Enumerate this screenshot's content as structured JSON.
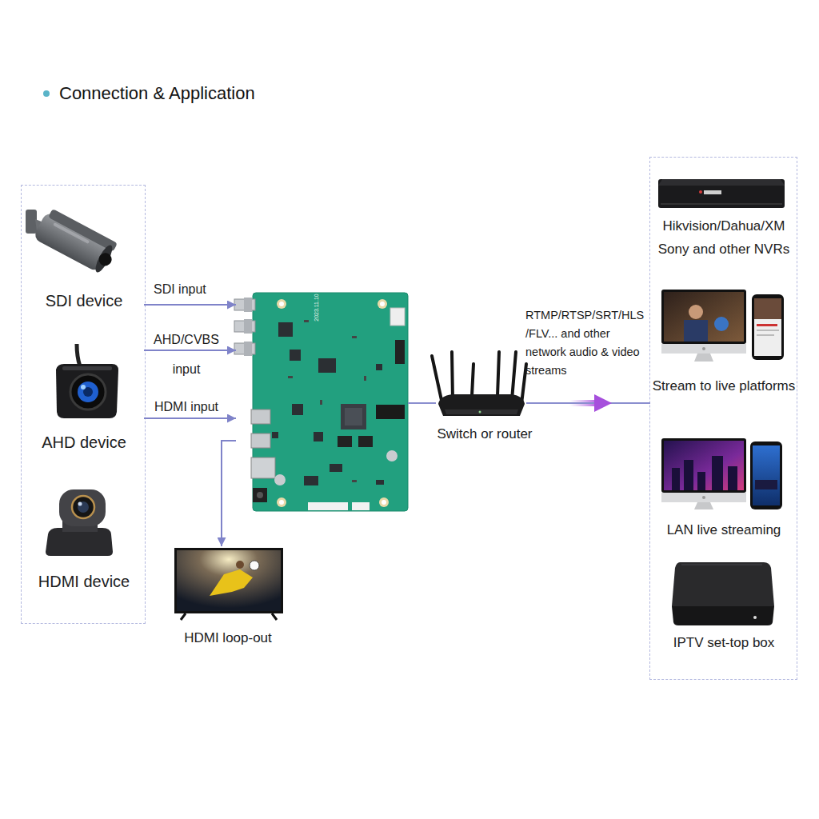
{
  "diagram": {
    "title": "Connection & Application",
    "nodes": [
      {
        "text": []
      },
      {
        "text": [
          "SDI device"
        ],
        "in": 0
      },
      {
        "text": [
          "AHD device"
        ],
        "in": 0
      },
      {
        "text": [
          "HDMI device"
        ],
        "in": 0
      },
      {
        "text": [
          "2023.11.10"
        ]
      },
      {
        "text": [
          "HDMI loop-out"
        ]
      },
      {
        "text": [
          "Switch or router"
        ]
      },
      {
        "text": []
      },
      {
        "text": [
          "Hikvision/Dahua/XM Sony and other NVRs"
        ],
        "in": 7
      },
      {
        "text": [
          "Stream to live platforms"
        ],
        "in": 7
      },
      {
        "text": [
          "LAN live streaming"
        ],
        "in": 7
      },
      {
        "text": [
          "IPTV set-top box"
        ],
        "in": 7
      }
    ],
    "edges": [
      {
        "from": 1,
        "to": 4,
        "arrow": "to",
        "label": "SDI input"
      },
      {
        "from": 2,
        "to": 4,
        "arrow": "to",
        "label": "AHD/CVBS input"
      },
      {
        "from": 3,
        "to": 4,
        "arrow": "to",
        "label": "HDMI input"
      },
      {
        "from": 4,
        "to": 5,
        "arrow": "to"
      },
      {
        "from": 4,
        "to": 6,
        "arrow": "none"
      },
      {
        "from": 6,
        "to": 7,
        "arrow": "to",
        "label": "RTMP/RTSP/SRT/HLS /FLV... and other network audio & video streams"
      }
    ]
  }
}
